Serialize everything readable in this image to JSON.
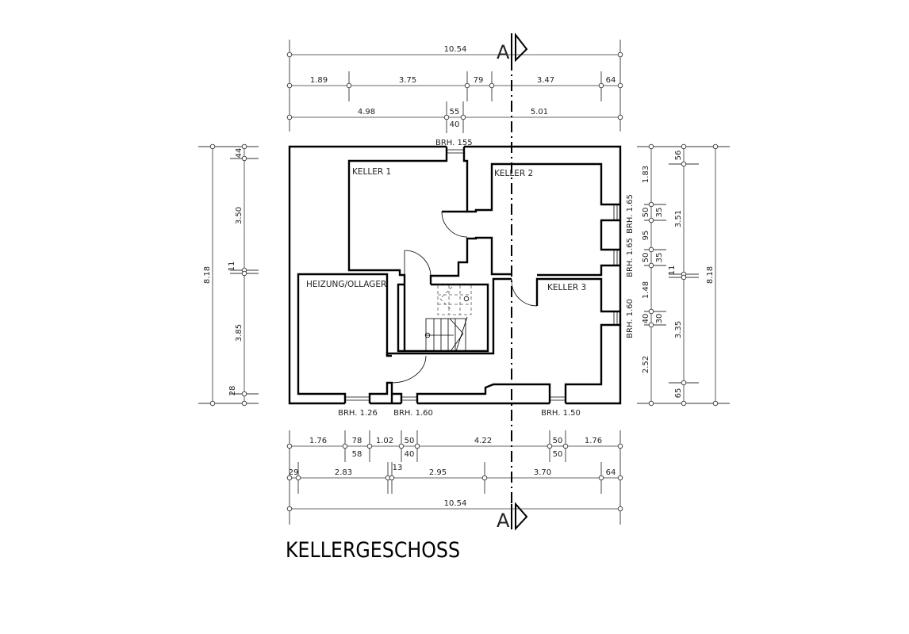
{
  "plan": {
    "title": "KELLERGESCHOSS",
    "section_mark": "A",
    "rooms": {
      "keller1": "KELLER 1",
      "keller2": "KELLER 2",
      "keller3": "KELLER 3",
      "heizung": "HEIZUNG/OLLAGER"
    },
    "windows": {
      "top": "BRH. 155",
      "right1": "BRH. 1.65",
      "right2": "BRH. 1.65",
      "right3": "BRH. 1.60",
      "bottom1": "BRH. 1.26",
      "bottom2": "BRH. 1.60",
      "bottom3": "BRH. 1.50"
    }
  },
  "dimensions": {
    "top": {
      "overall": "10.54",
      "row2": [
        "1.89",
        "3.75",
        "79",
        "3.47",
        "64"
      ],
      "row3": [
        "4.98",
        "55",
        "40",
        "5.01"
      ]
    },
    "bottom": {
      "row1": [
        "1.76",
        "78",
        "58",
        "1.02",
        "50",
        "40",
        "4.22",
        "50",
        "50",
        "1.76"
      ],
      "row2": [
        "29",
        "2.83",
        "13",
        "2.95",
        "3.70",
        "64"
      ],
      "overall": "10.54"
    },
    "left": {
      "overall": "8.18",
      "inner": [
        "44",
        "3.50",
        "11",
        "3.85",
        "28"
      ]
    },
    "right": {
      "inner": [
        "1.83",
        "50",
        "35",
        "95",
        "50",
        "35",
        "1.48",
        "40",
        "30",
        "2.52"
      ],
      "middle": [
        "56",
        "3.51",
        "11",
        "3.35",
        "65"
      ],
      "overall": "8.18"
    }
  }
}
